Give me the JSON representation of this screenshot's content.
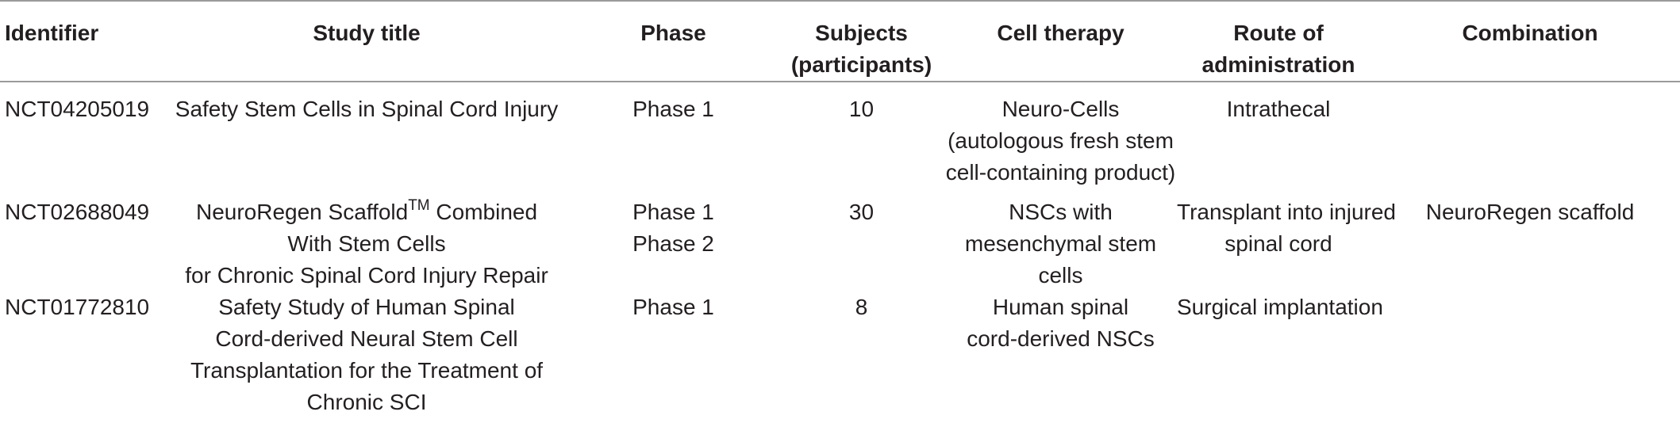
{
  "table": {
    "headers": {
      "identifier": [
        "Identifier"
      ],
      "study_title": [
        "Study title"
      ],
      "phase": [
        "Phase"
      ],
      "subjects": [
        "Subjects",
        "(participants)"
      ],
      "cell_therapy": [
        "Cell therapy"
      ],
      "route": [
        "Route of",
        "administration"
      ],
      "combination": [
        "Combination"
      ]
    },
    "rows": [
      {
        "identifier": "NCT04205019",
        "title": [
          "Safety Stem Cells in Spinal Cord Injury"
        ],
        "phase": [
          "Phase 1"
        ],
        "subjects": "10",
        "cell_therapy": [
          "Neuro-Cells",
          "(autologous fresh stem",
          "cell-containing product)"
        ],
        "route": [
          "Intrathecal"
        ],
        "combination": ""
      },
      {
        "identifier": "NCT02688049",
        "title_pre": "NeuroRegen Scaffold",
        "title_sup": "TM",
        "title_post": " Combined",
        "title": [
          "With Stem Cells",
          "for Chronic Spinal Cord Injury Repair"
        ],
        "phase": [
          "Phase 1",
          "Phase 2"
        ],
        "subjects": "30",
        "cell_therapy": [
          "NSCs with",
          "mesenchymal stem",
          "cells"
        ],
        "route": [
          "Transplant into injured",
          "spinal cord"
        ],
        "combination": "NeuroRegen scaffold"
      },
      {
        "identifier": "NCT01772810",
        "title": [
          "Safety Study of Human Spinal",
          "Cord-derived Neural Stem Cell",
          "Transplantation for the Treatment of",
          "Chronic SCI"
        ],
        "phase": [
          "Phase 1"
        ],
        "subjects": "8",
        "cell_therapy": [
          "Human spinal",
          "cord-derived NSCs"
        ],
        "route": [
          "Surgical implantation"
        ],
        "combination": ""
      }
    ]
  }
}
